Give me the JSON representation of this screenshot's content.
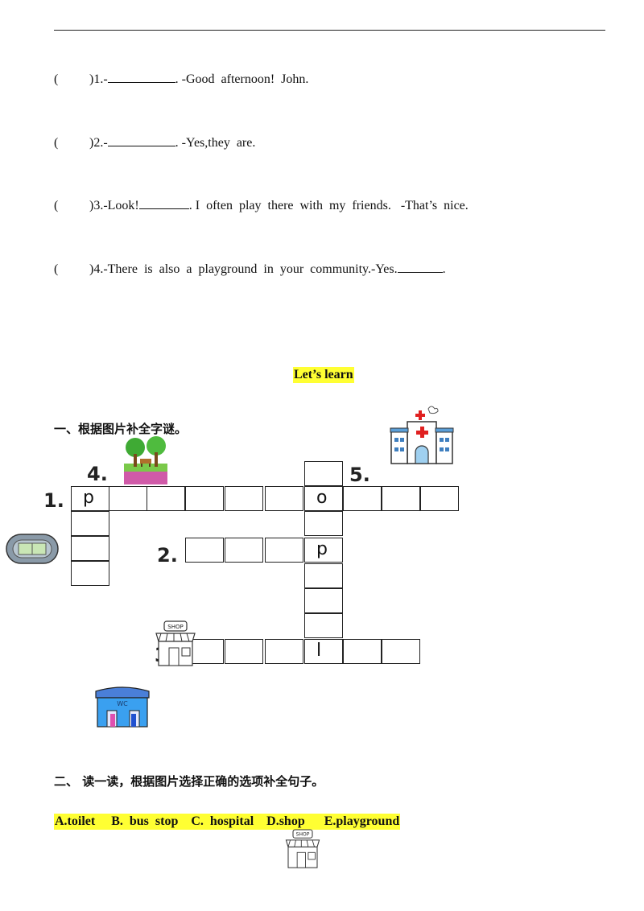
{
  "questions": [
    {
      "paren": "(",
      "num_text": ")1.-",
      "tail": ". -Good  afternoon!  John."
    },
    {
      "paren": "(",
      "num_text": ")2.-",
      "tail": ". -Yes,they  are."
    },
    {
      "paren": "(",
      "num_text": ")3.-Look!",
      "tail": ". I  often  play  there  with  my  friends.   -That’s  nice."
    },
    {
      "paren": "(",
      "num_text": ")4.-There  is  also  a  playground  in  your  community.-Yes.",
      "tail": "."
    }
  ],
  "section_title": "Let’s  learn",
  "part1_title": "一、根据图片补全字谜。",
  "crossword": {
    "numbers": [
      "1.",
      "2.",
      "3.",
      "4.",
      "5."
    ],
    "letters": {
      "p1": "p",
      "o": "o",
      "p2": "p",
      "l": "l"
    }
  },
  "part2_title": "二、  读一读，根据图片选择正确的选项补全句子。",
  "options": "A.toilet     B.  bus  stop    C.  hospital    D.shop      E.playground",
  "icons": {
    "park": "park-icon",
    "hospital": "hospital-icon",
    "playground": "playground-track-icon",
    "shop": "shop-icon",
    "toilet": "toilet-wc-icon"
  }
}
